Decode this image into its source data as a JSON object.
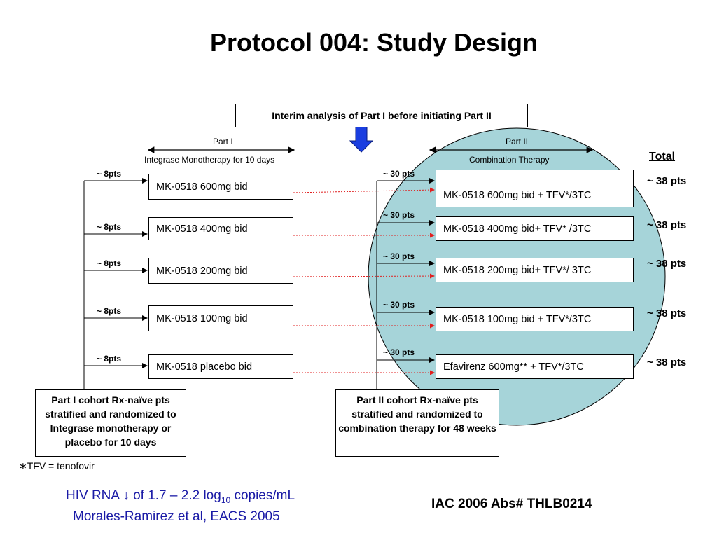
{
  "title": "Protocol 004: Study Design",
  "interim_label": "Interim analysis of Part I before initiating Part II",
  "part1": {
    "label": "Part I",
    "sublabel": "Integrase Monotherapy for 10 days",
    "arms": [
      {
        "pts": "~ 8pts",
        "label": "MK-0518 600mg bid"
      },
      {
        "pts": "~ 8pts",
        "label": "MK-0518 400mg bid"
      },
      {
        "pts": "~ 8pts",
        "label": "MK-0518 200mg bid"
      },
      {
        "pts": "~ 8pts",
        "label": "MK-0518 100mg bid"
      },
      {
        "pts": "~ 8pts",
        "label": "MK-0518 placebo bid"
      }
    ],
    "cohort": "Part I cohort Rx-naïve pts stratified and randomized to Integrase monotherapy or placebo for 10 days"
  },
  "part2": {
    "label": "Part II",
    "sublabel": "Combination Therapy",
    "arms": [
      {
        "pts": "~ 30 pts",
        "label": "MK-0518 600mg  bid +  TFV*/3TC",
        "total": "~ 38 pts"
      },
      {
        "pts": "~ 30 pts",
        "label": "MK-0518 400mg bid+  TFV* /3TC",
        "total": "~ 38 pts"
      },
      {
        "pts": "~ 30 pts",
        "label": "MK-0518 200mg  bid+  TFV*/ 3TC",
        "total": "~ 38 pts"
      },
      {
        "pts": "~ 30 pts",
        "label": "MK-0518 100mg bid  +  TFV*/3TC",
        "total": "~ 38 pts"
      },
      {
        "pts": "~ 30 pts",
        "label": "Efavirenz 600mg**    +  TFV*/3TC",
        "total": "~ 38 pts"
      }
    ],
    "cohort": "Part II cohort Rx-naïve pts stratified and randomized to combination therapy for 48 weeks"
  },
  "total_header": "Total",
  "footnote": "∗TFV = tenofovir",
  "hiv_line_pre": "HIV RNA ",
  "hiv_arrow": "↓",
  "hiv_line_mid": " of 1.7 – 2.2 log",
  "hiv_sub": "10",
  "hiv_line_post": " copies/mL",
  "reference": "Morales-Ramirez et al, EACS 2005",
  "abstract": "IAC 2006 Abs# THLB0214",
  "colors": {
    "circle_fill": "#a6d4d9",
    "down_arrow": "#1a3ee0",
    "dotted_connector": "#e02020",
    "hiv_text": "#1a1aa6"
  }
}
